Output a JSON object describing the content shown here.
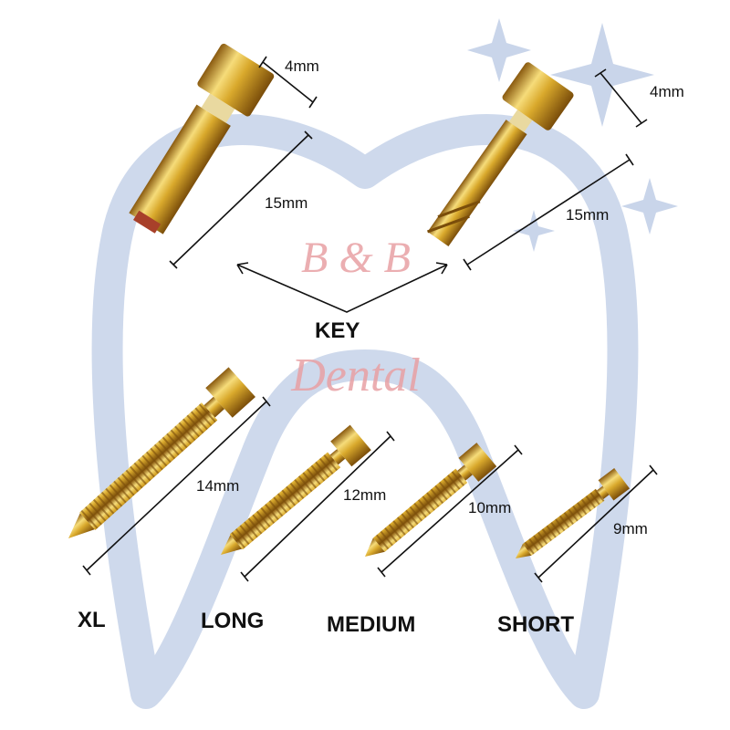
{
  "watermark": {
    "line1": "B & B",
    "line2": "Dental"
  },
  "keys": [
    {
      "head_size": "4mm",
      "length": "15mm"
    },
    {
      "head_size": "4mm",
      "length": "15mm"
    }
  ],
  "key_label": "KEY",
  "screws": [
    {
      "length": "14mm",
      "label": "XL"
    },
    {
      "length": "12mm",
      "label": "LONG"
    },
    {
      "length": "10mm",
      "label": "MEDIUM"
    },
    {
      "length": "9mm",
      "label": "SHORT"
    }
  ],
  "colors": {
    "gold": "#d9a92c",
    "tooth": "#c9d5ea",
    "watermark": "#e8a0a4"
  }
}
